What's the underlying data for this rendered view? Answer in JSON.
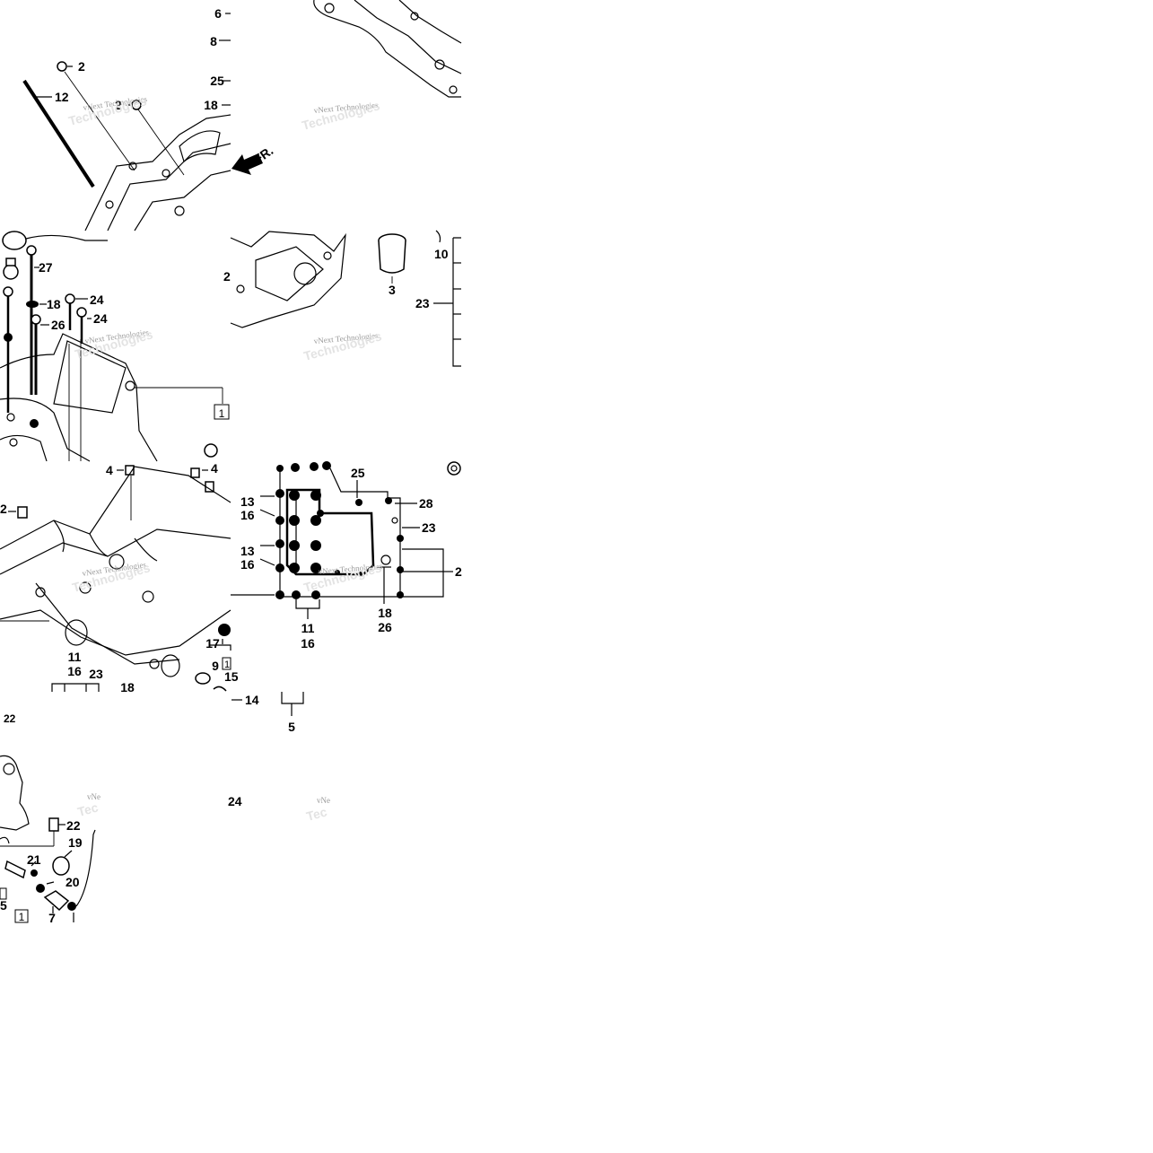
{
  "watermark": {
    "brand": "vNext Technologies",
    "brand_short": "vNe",
    "echo": "Technologies",
    "echo_short": "Tec"
  },
  "callouts": {
    "t1": [
      "6",
      "8",
      "25",
      "18",
      "2",
      "2",
      "12",
      "FR."
    ],
    "t3": [
      "27",
      "18",
      "24",
      "24",
      "26",
      "1"
    ],
    "t4": [
      "10",
      "3",
      "23",
      "2"
    ],
    "t5": [
      "4",
      "4",
      "2",
      "11",
      "16",
      "23",
      "18",
      "17",
      "9",
      "1",
      "15",
      "14"
    ],
    "t6": [
      "13",
      "16",
      "13",
      "16",
      "25",
      "28",
      "23",
      "2",
      "11",
      "16",
      "18",
      "26",
      "5"
    ],
    "t7": [
      "22",
      "22",
      "19",
      "21",
      "20",
      "7",
      "5",
      "1"
    ],
    "t8": [
      "24"
    ]
  }
}
